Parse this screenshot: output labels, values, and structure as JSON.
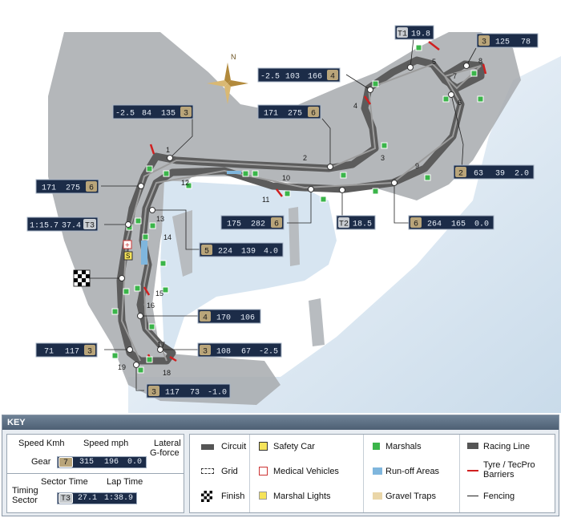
{
  "compass": {
    "north": "N"
  },
  "corners": [
    "1",
    "2",
    "3",
    "4",
    "5",
    "6",
    "7",
    "8",
    "9",
    "10",
    "11",
    "12",
    "13",
    "14",
    "15",
    "16",
    "17",
    "18",
    "19"
  ],
  "telemetry": [
    {
      "id": "t1",
      "vals": [
        "T1",
        "19.8"
      ]
    },
    {
      "id": "c3a",
      "vals": [
        "3",
        "125",
        "78"
      ]
    },
    {
      "id": "c4",
      "vals": [
        "-2.5",
        "103",
        "166",
        "4"
      ]
    },
    {
      "id": "c3b",
      "vals": [
        "-2.5",
        "84",
        "135",
        "3"
      ]
    },
    {
      "id": "c6a",
      "vals": [
        "171",
        "275",
        "6"
      ]
    },
    {
      "id": "c6b",
      "vals": [
        "171",
        "275",
        "6"
      ]
    },
    {
      "id": "c2",
      "vals": [
        "2",
        "63",
        "39",
        "2.0"
      ]
    },
    {
      "id": "lap",
      "vals": [
        "1:15.7",
        "37.4",
        "T3"
      ]
    },
    {
      "id": "c6c",
      "vals": [
        "175",
        "282",
        "6"
      ]
    },
    {
      "id": "t2",
      "vals": [
        "T2",
        "18.5"
      ]
    },
    {
      "id": "c6d",
      "vals": [
        "6",
        "264",
        "165",
        "0.0"
      ]
    },
    {
      "id": "c5",
      "vals": [
        "5",
        "224",
        "139",
        "4.0"
      ]
    },
    {
      "id": "c4b",
      "vals": [
        "4",
        "170",
        "106"
      ]
    },
    {
      "id": "c3c",
      "vals": [
        "71",
        "117",
        "3"
      ]
    },
    {
      "id": "c3d",
      "vals": [
        "3",
        "108",
        "67",
        "-2.5"
      ]
    },
    {
      "id": "c3e",
      "vals": [
        "3",
        "117",
        "73",
        "-1.0"
      ]
    }
  ],
  "markers": {
    "medical": "+",
    "safety": "S"
  },
  "key": {
    "title": "KEY",
    "legend": {
      "speed_kmh": "Speed Kmh",
      "speed_mph": "Speed mph",
      "lateral": "Lateral",
      "gforce": "G-force",
      "gear": "Gear",
      "sample_gear": "7",
      "sample_kmh": "315",
      "sample_mph": "196",
      "sample_g": "0.0",
      "sector_time": "Sector Time",
      "lap_time": "Lap Time",
      "timing": "Timing",
      "sector": "Sector",
      "sample_sector": "T3",
      "sample_sector_time": "27.1",
      "sample_lap_time": "1:38.9"
    },
    "items": {
      "circuit": "Circuit",
      "grid": "Grid",
      "finish": "Finish",
      "safety_car": "Safety Car",
      "medical": "Medical Vehicles",
      "marshal_lights": "Marshal Lights",
      "marshals": "Marshals",
      "runoff": "Run-off Areas",
      "gravel": "Gravel Traps",
      "racing_line": "Racing Line",
      "tyre": "Tyre / TecPro",
      "barriers": "Barriers",
      "fencing": "Fencing"
    },
    "colors": {
      "circuit": "#555555",
      "marshal": "#3bb54a",
      "runoff": "#7fb6dd",
      "gravel": "#ead6a8",
      "tyre": "#d02020",
      "lights": "#f5e35a"
    }
  }
}
